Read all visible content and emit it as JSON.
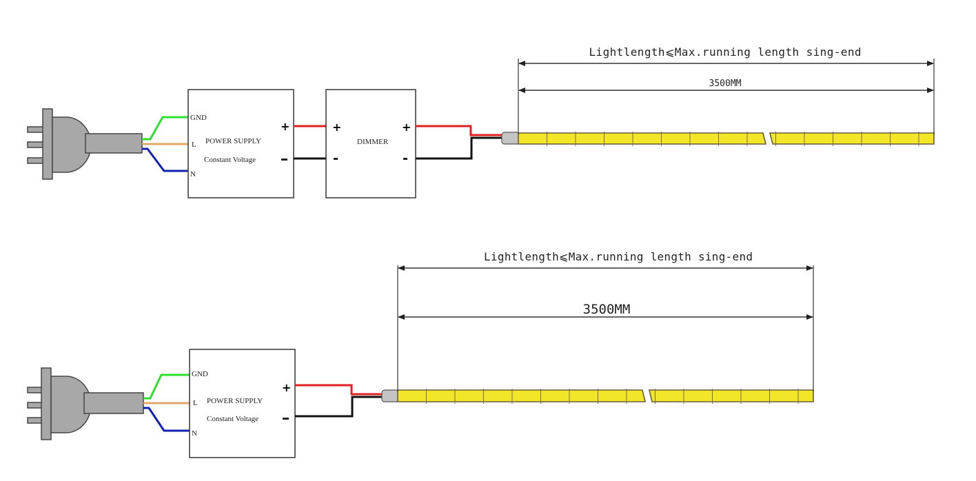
{
  "diagrams": [
    {
      "id": "with-dimmer",
      "power_supply": {
        "title": "POWER SUPPLY",
        "subtitle": "Constant Voltage",
        "inputs": [
          "GND",
          "L",
          "N"
        ],
        "plus": "+",
        "minus": "-"
      },
      "dimmer": {
        "title": "DIMMER",
        "in_plus": "+",
        "in_minus": "-",
        "out_plus": "+",
        "out_minus": "-"
      },
      "max_length_label": "Lightlength⩽Max.running length sing-end",
      "length_label": "3500MM"
    },
    {
      "id": "without-dimmer",
      "power_supply": {
        "title": "POWER SUPPLY",
        "subtitle": "Constant Voltage",
        "inputs": [
          "GND",
          "L",
          "N"
        ],
        "plus": "+",
        "minus": "-"
      },
      "max_length_label": "Lightlength⩽Max.running length sing-end",
      "length_label": "3500MM"
    }
  ],
  "colors": {
    "gnd_wire": "#2ee02e",
    "live_wire": "#e0a868",
    "neutral_wire": "#1020b0",
    "positive_wire": "#e02020",
    "negative_wire": "#111111",
    "plug": "#a8a8a8",
    "strip": "#f2e628",
    "strip_edge": "#6b5a3a"
  }
}
